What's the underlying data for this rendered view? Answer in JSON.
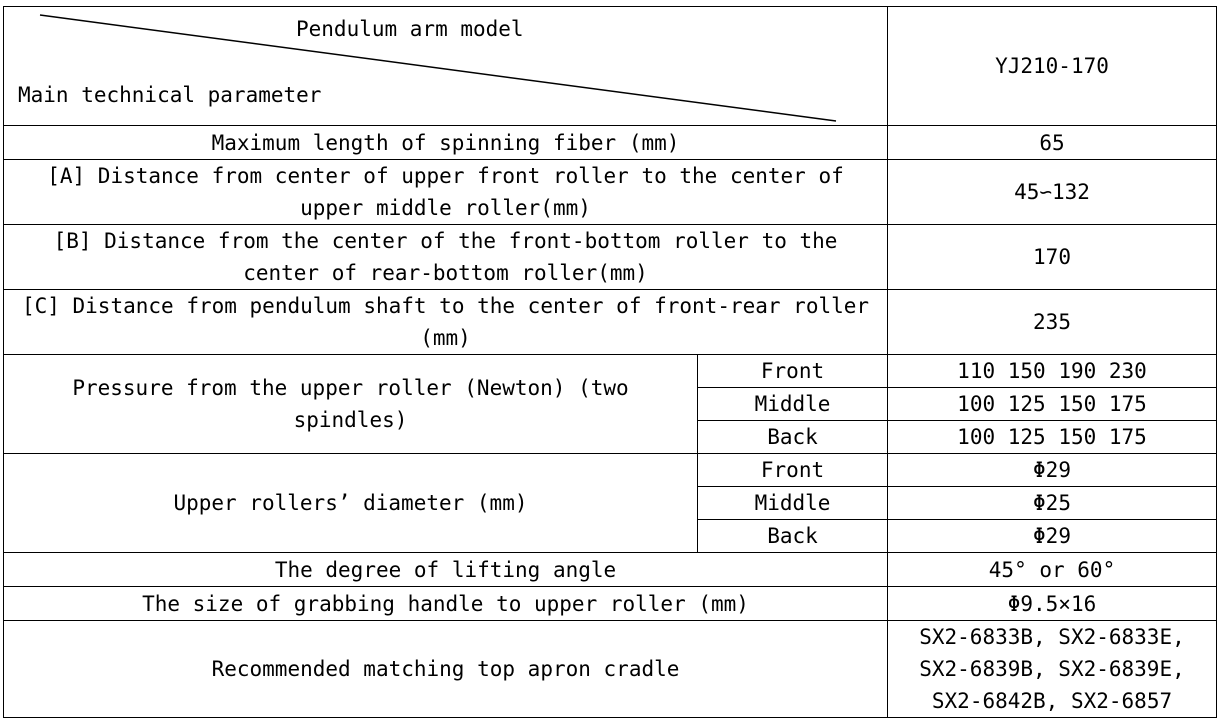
{
  "header": {
    "model_label": "Pendulum arm model",
    "param_label": "Main technical parameter",
    "model_value": "YJ210-170"
  },
  "rows": {
    "max_length": {
      "label": "Maximum length of spinning fiber (mm)",
      "value": "65"
    },
    "dist_a": {
      "label": "[A] Distance from center of upper front roller to the center of upper middle roller(mm)",
      "value": "45∽132"
    },
    "dist_b": {
      "label": "[B] Distance from the center of the front-bottom roller to the center of rear-bottom roller(mm)",
      "value": "170"
    },
    "dist_c": {
      "label": "[C] Distance from pendulum shaft to the center of front-rear roller (mm)",
      "value": "235"
    },
    "pressure": {
      "label": "Pressure from the upper roller (Newton) (two spindles)",
      "front_label": "Front",
      "front_value": "110 150 190 230",
      "middle_label": "Middle",
      "middle_value": "100 125 150 175",
      "back_label": "Back",
      "back_value": "100 125 150 175"
    },
    "diameter": {
      "label": "Upper rollers’ diameter (mm)",
      "front_label": "Front",
      "front_value": "Φ29",
      "middle_label": "Middle",
      "middle_value": "Φ25",
      "back_label": "Back",
      "back_value": "Φ29"
    },
    "lifting_angle": {
      "label": "The degree of lifting angle",
      "value": "45° or 60°"
    },
    "grab_handle": {
      "label": "The size of grabbing handle to upper roller (mm)",
      "value": "Φ9.5×16"
    },
    "cradle": {
      "label": "Recommended matching top apron cradle",
      "value": "SX2-6833B, SX2-6833E, SX2-6839B, SX2-6839E, SX2-6842B, SX2-6857"
    }
  }
}
